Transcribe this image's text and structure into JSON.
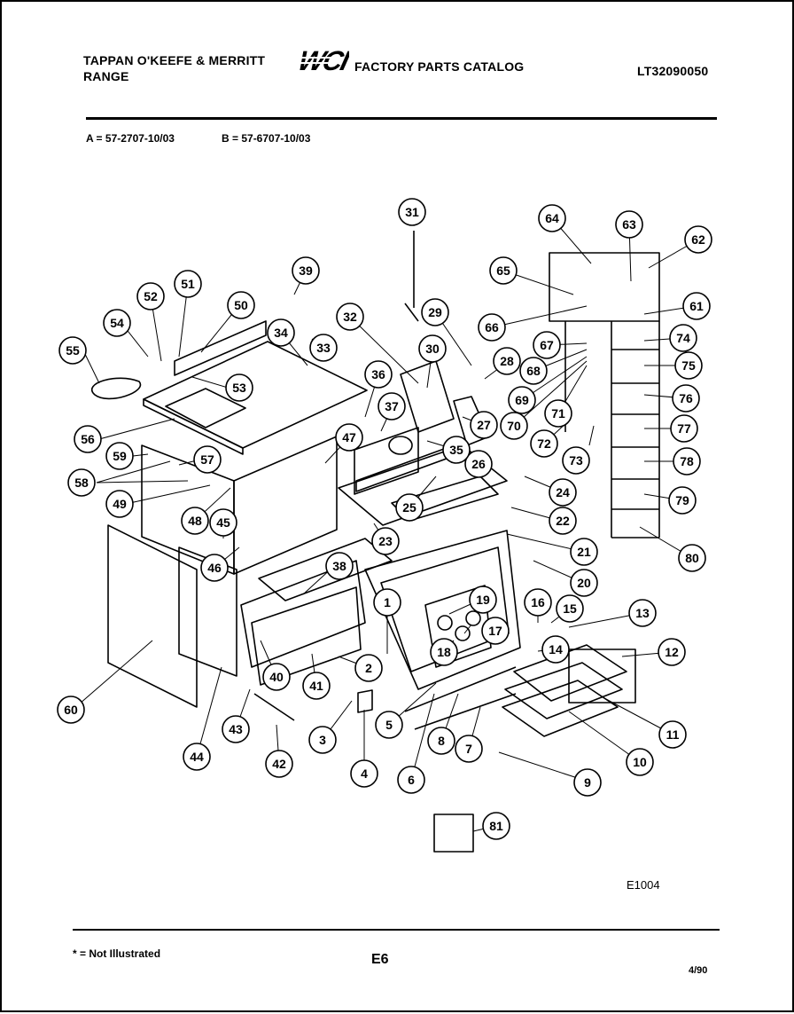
{
  "header": {
    "brand_line1": "TAPPAN O'KEEFE & MERRITT",
    "brand_line2": "RANGE",
    "catalog_title": "FACTORY PARTS CATALOG",
    "logo_text": "WCI",
    "catalog_number": "LT32090050"
  },
  "models": {
    "model_a": "A = 57-2707-10/03",
    "model_b": "B = 57-6707-10/03"
  },
  "diagram": {
    "figure_code": "E1004",
    "callouts": [
      "1",
      "2",
      "3",
      "4",
      "5",
      "6",
      "7",
      "8",
      "9",
      "10",
      "11",
      "12",
      "13",
      "14",
      "15",
      "16",
      "17",
      "18",
      "19",
      "20",
      "21",
      "22",
      "23",
      "24",
      "25",
      "26",
      "27",
      "28",
      "29",
      "30",
      "31",
      "32",
      "33",
      "34",
      "35",
      "36",
      "37",
      "38",
      "39",
      "40",
      "41",
      "42",
      "43",
      "44",
      "45",
      "46",
      "47",
      "48",
      "49",
      "50",
      "51",
      "52",
      "53",
      "54",
      "55",
      "56",
      "57",
      "58",
      "59",
      "60",
      "61",
      "62",
      "63",
      "64",
      "65",
      "66",
      "67",
      "68",
      "69",
      "70",
      "71",
      "72",
      "73",
      "74",
      "75",
      "76",
      "77",
      "78",
      "79",
      "80",
      "81"
    ]
  },
  "footer": {
    "note": "* = Not Illustrated",
    "page": "E6",
    "date": "4/90"
  }
}
